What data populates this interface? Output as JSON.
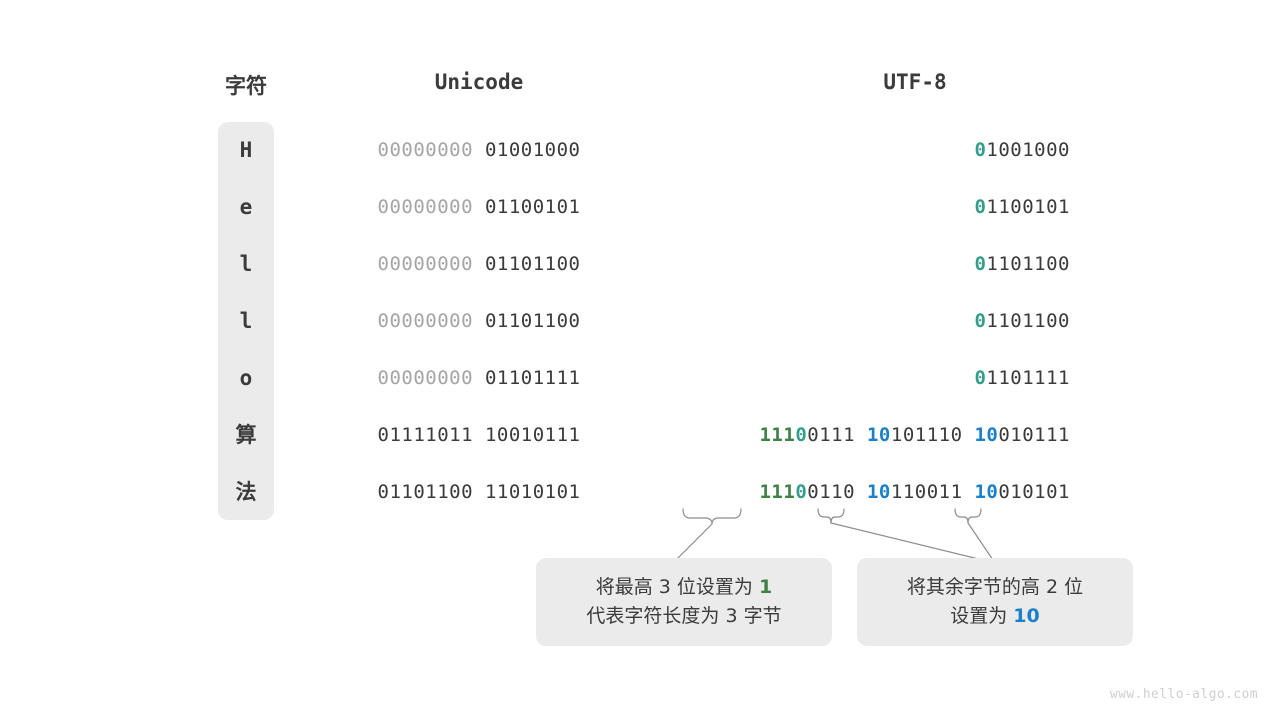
{
  "headers": {
    "character": "字符",
    "unicode": "Unicode",
    "utf8": "UTF-8"
  },
  "rows": [
    {
      "char": "H",
      "unicode_high": "00000000",
      "unicode_low": "01001000",
      "utf8_segments": [
        {
          "text": "0",
          "color": "teal"
        },
        {
          "text": "1001000",
          "color": "plain"
        }
      ]
    },
    {
      "char": "e",
      "unicode_high": "00000000",
      "unicode_low": "01100101",
      "utf8_segments": [
        {
          "text": "0",
          "color": "teal"
        },
        {
          "text": "1100101",
          "color": "plain"
        }
      ]
    },
    {
      "char": "l",
      "unicode_high": "00000000",
      "unicode_low": "01101100",
      "utf8_segments": [
        {
          "text": "0",
          "color": "teal"
        },
        {
          "text": "1101100",
          "color": "plain"
        }
      ]
    },
    {
      "char": "l",
      "unicode_high": "00000000",
      "unicode_low": "01101100",
      "utf8_segments": [
        {
          "text": "0",
          "color": "teal"
        },
        {
          "text": "1101100",
          "color": "plain"
        }
      ]
    },
    {
      "char": "o",
      "unicode_high": "00000000",
      "unicode_low": "01101111",
      "utf8_segments": [
        {
          "text": "0",
          "color": "teal"
        },
        {
          "text": "1101111",
          "color": "plain"
        }
      ]
    },
    {
      "char": "算",
      "unicode_high": "01111011",
      "unicode_low": "10010111",
      "utf8_segments": [
        {
          "text": "111",
          "color": "green"
        },
        {
          "text": "0",
          "color": "teal"
        },
        {
          "text": "0111",
          "color": "plain"
        },
        {
          "text": " ",
          "color": "plain"
        },
        {
          "text": "10",
          "color": "blue"
        },
        {
          "text": "101110",
          "color": "plain"
        },
        {
          "text": " ",
          "color": "plain"
        },
        {
          "text": "10",
          "color": "blue"
        },
        {
          "text": "010111",
          "color": "plain"
        }
      ]
    },
    {
      "char": "法",
      "unicode_high": "01101100",
      "unicode_low": "11010101",
      "utf8_segments": [
        {
          "text": "111",
          "color": "green"
        },
        {
          "text": "0",
          "color": "teal"
        },
        {
          "text": "0110",
          "color": "plain"
        },
        {
          "text": " ",
          "color": "plain"
        },
        {
          "text": "10",
          "color": "blue"
        },
        {
          "text": "110011",
          "color": "plain"
        },
        {
          "text": " ",
          "color": "plain"
        },
        {
          "text": "10",
          "color": "blue"
        },
        {
          "text": "010101",
          "color": "plain"
        }
      ]
    }
  ],
  "callouts": {
    "left": {
      "line1_prefix": "将最高 3 位设置为 ",
      "line1_highlight": "1",
      "line2": "代表字符长度为 3 字节"
    },
    "right": {
      "line1": "将其余字节的高 2 位",
      "line2_prefix": "设置为 ",
      "line2_highlight": "10"
    }
  },
  "watermark": "www.hello-algo.com",
  "colors": {
    "teal": "#339e8b",
    "green": "#3f8244",
    "blue": "#1a80c8",
    "dim": "#a5a5a5",
    "text": "#3b3b3b",
    "pill": "#ebebeb"
  }
}
